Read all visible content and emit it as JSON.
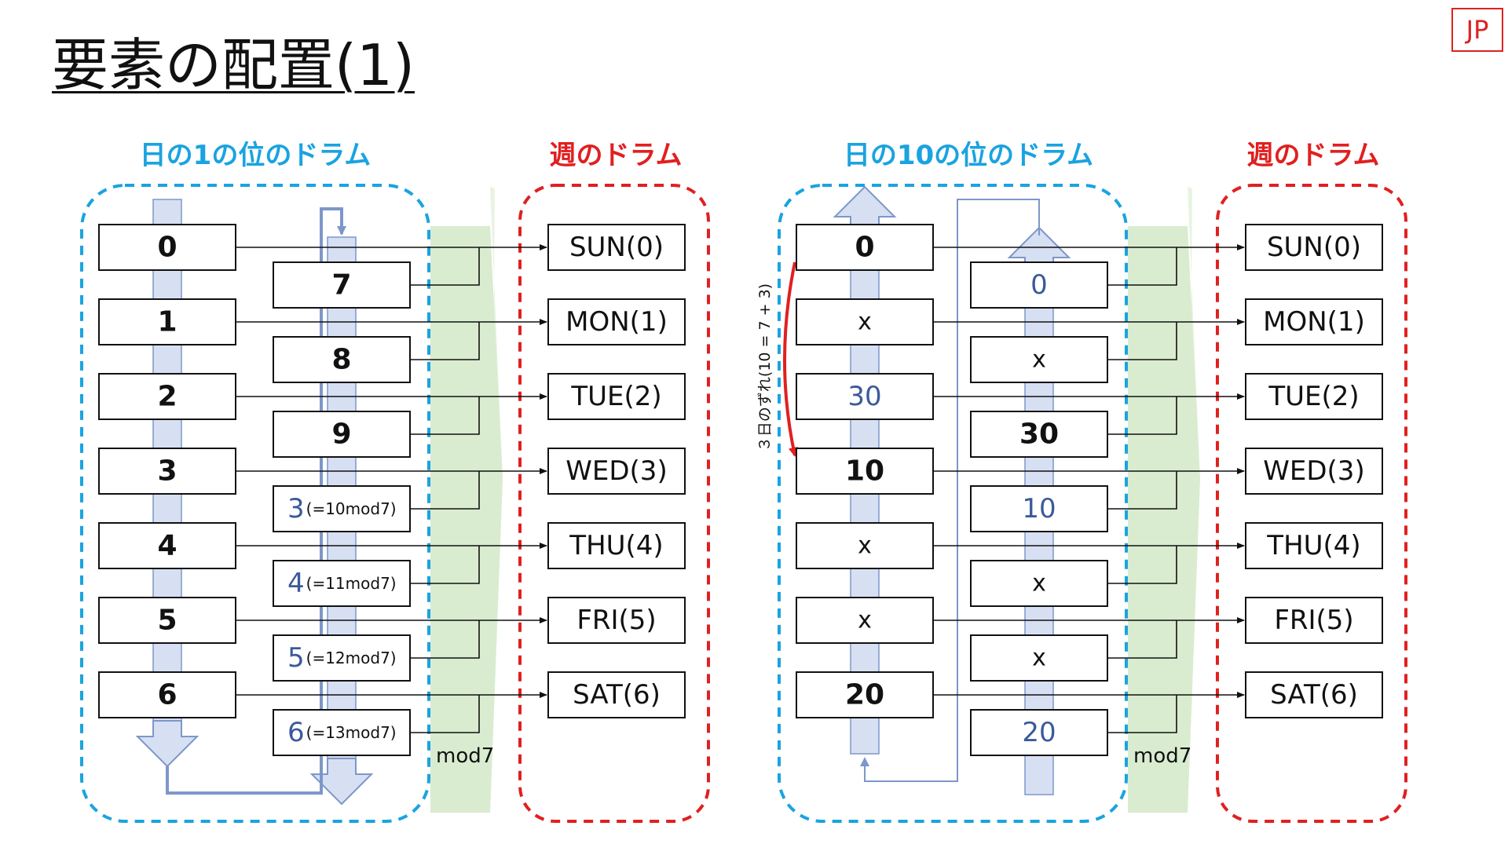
{
  "title": "要素の配置(1)",
  "lang_badge": "JP",
  "colors": {
    "blue": "#1aa3e0",
    "red": "#e02020",
    "drum_fill": "#d6e0f2",
    "drum_stroke": "#7d97c9",
    "green": "#d9ecd0"
  },
  "left_group": {
    "day_drum_header": "日の1の位のドラム",
    "week_drum_header": "週のドラム",
    "column_a": [
      "0",
      "1",
      "2",
      "3",
      "4",
      "5",
      "6"
    ],
    "column_b": [
      {
        "main": "7",
        "sub": ""
      },
      {
        "main": "8",
        "sub": ""
      },
      {
        "main": "9",
        "sub": ""
      },
      {
        "main": "3",
        "sub": "(=10mod7)"
      },
      {
        "main": "4",
        "sub": "(=11mod7)"
      },
      {
        "main": "5",
        "sub": "(=12mod7)"
      },
      {
        "main": "6",
        "sub": "(=13mod7)"
      }
    ],
    "mod_label": "mod7",
    "days": [
      "SUN(0)",
      "MON(1)",
      "TUE(2)",
      "WED(3)",
      "THU(4)",
      "FRI(5)",
      "SAT(6)"
    ]
  },
  "right_group": {
    "day_drum_header": "日の10の位のドラム",
    "week_drum_header": "週のドラム",
    "column_a": [
      {
        "text": "0",
        "style": "bold"
      },
      {
        "text": "x",
        "style": "plain"
      },
      {
        "text": "30",
        "style": "blue"
      },
      {
        "text": "10",
        "style": "bold"
      },
      {
        "text": "x",
        "style": "plain"
      },
      {
        "text": "x",
        "style": "plain"
      },
      {
        "text": "20",
        "style": "bold"
      }
    ],
    "column_b": [
      {
        "text": "0",
        "style": "blue"
      },
      {
        "text": "x",
        "style": "plain"
      },
      {
        "text": "30",
        "style": "bold"
      },
      {
        "text": "10",
        "style": "blue"
      },
      {
        "text": "x",
        "style": "plain"
      },
      {
        "text": "x",
        "style": "plain"
      },
      {
        "text": "20",
        "style": "blue"
      }
    ],
    "shift_label": "３日のずれ(10 = 7 + 3)",
    "mod_label": "mod7",
    "days": [
      "SUN(0)",
      "MON(1)",
      "TUE(2)",
      "WED(3)",
      "THU(4)",
      "FRI(5)",
      "SAT(6)"
    ]
  }
}
